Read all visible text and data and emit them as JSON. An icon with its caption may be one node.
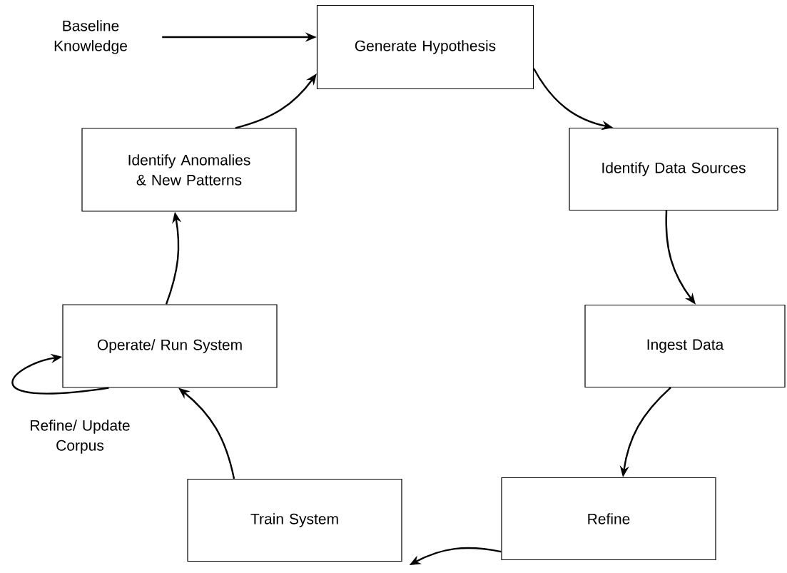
{
  "diagram": {
    "nodes": [
      {
        "text": [
          "Baseline Knowledge"
        ]
      },
      {
        "text": [
          "Generate Hypothesis"
        ]
      },
      {
        "text": [
          "Identify Data Sources"
        ]
      },
      {
        "text": [
          "Ingest Data"
        ]
      },
      {
        "text": [
          "Refine"
        ]
      },
      {
        "text": [
          "Train System"
        ]
      },
      {
        "text": [
          "Operate/ Run System"
        ]
      },
      {
        "text": [
          "Identify Anomalies & New Patterns"
        ]
      }
    ],
    "edges": [
      {
        "from": 0,
        "to": 1,
        "arrow": "to"
      },
      {
        "from": 1,
        "to": 2,
        "arrow": "to"
      },
      {
        "from": 2,
        "to": 3,
        "arrow": "to"
      },
      {
        "from": 3,
        "to": 4,
        "arrow": "to"
      },
      {
        "from": 4,
        "to": 5,
        "arrow": "to"
      },
      {
        "from": 5,
        "to": 6,
        "arrow": "to"
      },
      {
        "from": 6,
        "to": 6,
        "arrow": "to",
        "label": "Refine/ Update Corpus"
      },
      {
        "from": 6,
        "to": 7,
        "arrow": "to"
      },
      {
        "from": 7,
        "to": 1,
        "arrow": "to"
      }
    ]
  }
}
